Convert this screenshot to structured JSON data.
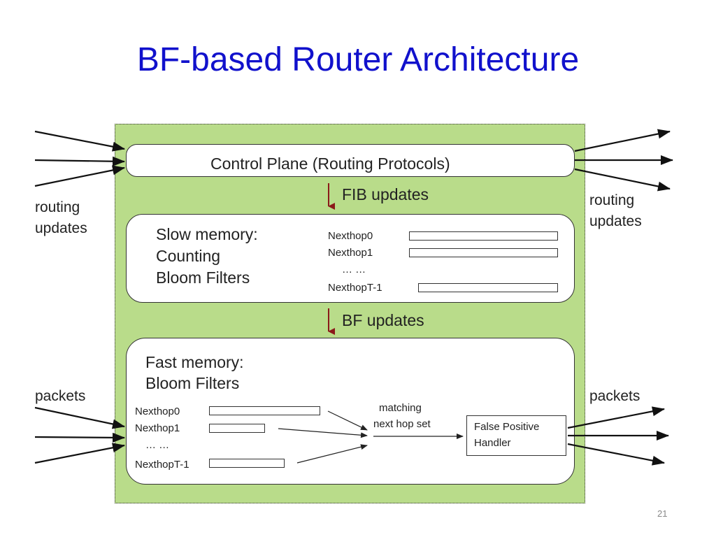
{
  "slide": {
    "title": "BF-based Router Architecture",
    "page_number": "21"
  },
  "diagram": {
    "control_plane": "Control Plane (Routing Protocols)",
    "fib_updates": "FIB updates",
    "bf_updates": "BF updates",
    "slow_memory": {
      "line1": "Slow memory:",
      "line2": "Counting",
      "line3": "Bloom Filters",
      "nexthops": [
        "Nexthop0",
        "Nexthop1",
        "… …",
        "NexthopT-1"
      ]
    },
    "fast_memory": {
      "line1": "Fast memory:",
      "line2": "Bloom Filters",
      "nexthops": [
        "Nexthop0",
        "Nexthop1",
        "… …",
        "NexthopT-1"
      ],
      "matching_line1": "matching",
      "matching_line2": "next hop set",
      "fph_line1": "False Positive",
      "fph_line2": "Handler"
    },
    "left_routing_line1": "routing",
    "left_routing_line2": "updates",
    "right_routing_line1": "routing",
    "right_routing_line2": "updates",
    "left_packets": "packets",
    "right_packets": "packets",
    "colors": {
      "title": "#1111cc",
      "background_green": "#b9dc8a",
      "update_arrow": "#8b1a1a"
    }
  }
}
